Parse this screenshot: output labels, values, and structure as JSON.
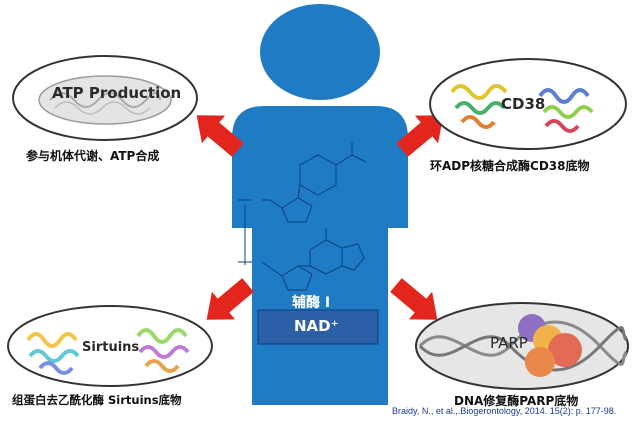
{
  "nodes": {
    "atp": {
      "title": "ATP Production",
      "caption": "参与机体代谢、ATP合成"
    },
    "cd38": {
      "title": "CD38",
      "caption": "环ADP核糖合成酶CD38底物"
    },
    "sirtuins": {
      "title": "Sirtuins",
      "caption": "组蛋白去乙酰化酶 Sirtuins底物"
    },
    "parp": {
      "title": "PARP",
      "caption": "DNA修复酶PARP底物"
    }
  },
  "center": {
    "line1": "辅酶 I",
    "line2": "NAD⁺"
  },
  "citation": "Braidy, N., et al.,.Biogerontology, 2014. 15(2): p. 177-98.",
  "colors": {
    "body": "#1f7cc4",
    "arrow": "#e3261d",
    "box": "#2b5fa6",
    "cite": "#1b3b8f"
  }
}
